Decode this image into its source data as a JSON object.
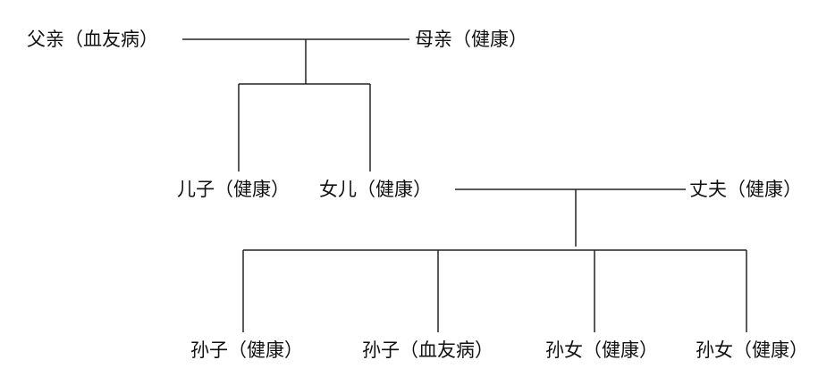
{
  "nodes": {
    "father": "父亲（血友病）",
    "mother": "母亲（健康）",
    "son": "儿子（健康）",
    "daughter": "女儿（健康）",
    "husband": "丈夫（健康）",
    "grandson1": "孙子（健康）",
    "grandson2": "孙子（血友病）",
    "granddaughter1": "孙女（健康）",
    "granddaughter2": "孙女（健康）"
  }
}
